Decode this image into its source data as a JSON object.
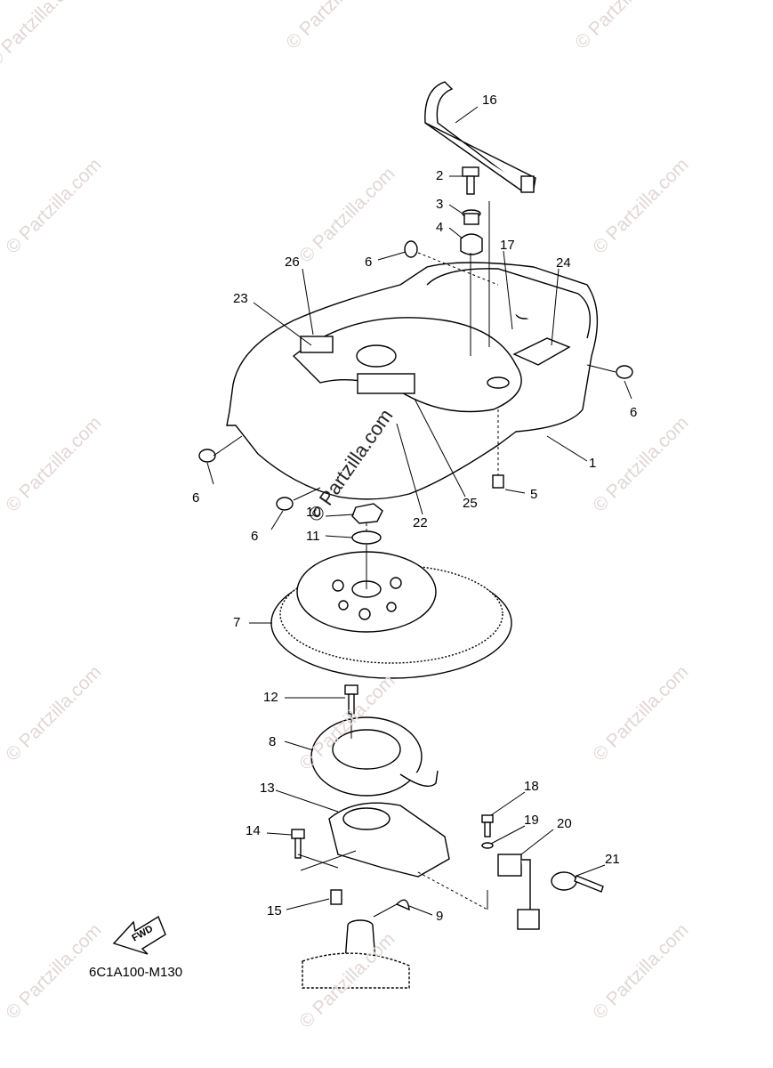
{
  "diagram": {
    "drawing_code": "6C1A100-M130",
    "watermark": "© Partzilla.com",
    "fwd_label": "FWD",
    "callouts": [
      "1",
      "2",
      "3",
      "4",
      "5",
      "6",
      "6",
      "6",
      "6",
      "7",
      "8",
      "9",
      "10",
      "11",
      "12",
      "13",
      "14",
      "15",
      "16",
      "17",
      "18",
      "19",
      "20",
      "21",
      "22",
      "23",
      "24",
      "25",
      "26"
    ]
  }
}
